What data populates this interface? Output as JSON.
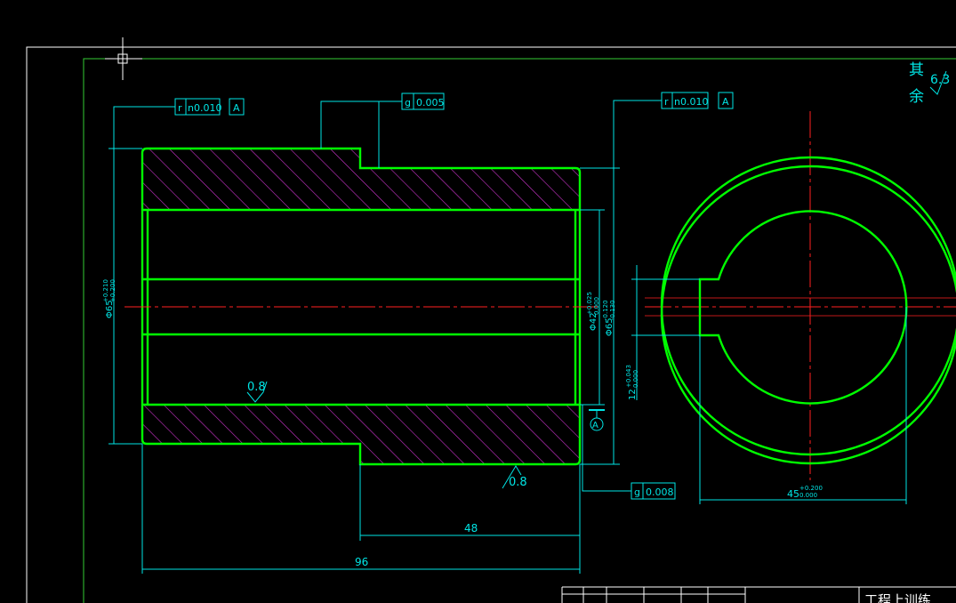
{
  "colors": {
    "background": "#000000",
    "outline": "#00ff00",
    "dimension": "#00e5e5",
    "hatch": "#cc33cc",
    "centerline": "#ff2020",
    "frame": "#ffffff",
    "inner_frame": "#33cc33"
  },
  "surface_note": {
    "line1": "其",
    "line2": "余",
    "roughness": "6.3"
  },
  "tolerances": {
    "top_left": {
      "symbol": "r",
      "value": "n0.010",
      "datum": "A"
    },
    "top_mid": {
      "symbol": "g",
      "value": "0.005"
    },
    "top_right": {
      "symbol": "r",
      "value": "n0.010",
      "datum": "A"
    },
    "bottom_right": {
      "symbol": "g",
      "value": "0.008"
    }
  },
  "roughness_marks": {
    "bore": "0.8",
    "outer": "0.8"
  },
  "datum_label": "A",
  "dimensions": {
    "length_total": "96",
    "length_step": "48",
    "left_dia": "Φ65",
    "left_dia_upper": "+0.210",
    "left_dia_lower": "+0.200",
    "bore": "Φ42",
    "bore_upper": "+0.025",
    "bore_lower": "0.000",
    "right_dia": "Φ65",
    "right_dia_upper": "-0.120",
    "right_dia_lower": "-0.130",
    "keyway_width": "12",
    "keyway_upper": "+0.043",
    "keyway_lower": "0.000",
    "keyway_depth": "45",
    "keyway_depth_upper": "+0.200",
    "keyway_depth_lower": "0.000"
  },
  "title_block_partial": {
    "text": "工程上训练"
  }
}
